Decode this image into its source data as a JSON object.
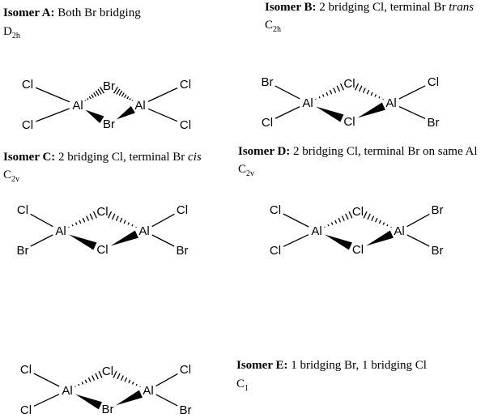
{
  "isomers": [
    {
      "label": "Isomer A:",
      "desc": "Both Br bridging",
      "desc_italic": "",
      "pg_main": "D",
      "pg_sub": "2h",
      "atoms": {
        "al1": "Al",
        "al2": "Al",
        "bridge_top": "Br",
        "bridge_bottom": "Br",
        "t_left_top": "Cl",
        "t_left_bottom": "Cl",
        "t_right_top": "Cl",
        "t_right_bottom": "Cl"
      }
    },
    {
      "label": "Isomer B:",
      "desc": "2 bridging Cl, terminal Br ",
      "desc_italic": "trans",
      "pg_main": "C",
      "pg_sub": "2h",
      "atoms": {
        "al1": "Al",
        "al2": "Al",
        "bridge_top": "Cl",
        "bridge_bottom": "Cl",
        "t_left_top": "Br",
        "t_left_bottom": "Cl",
        "t_right_top": "Cl",
        "t_right_bottom": "Br"
      }
    },
    {
      "label": "Isomer C:",
      "desc": "2 bridging Cl, terminal Br ",
      "desc_italic": "cis",
      "pg_main": "C",
      "pg_sub": "2v",
      "atoms": {
        "al1": "Al",
        "al2": "Al",
        "bridge_top": "Cl",
        "bridge_bottom": "Cl",
        "t_left_top": "Cl",
        "t_left_bottom": "Br",
        "t_right_top": "Cl",
        "t_right_bottom": "Br"
      }
    },
    {
      "label": "Isomer D:",
      "desc": "2 bridging Cl, terminal Br on same Al",
      "desc_italic": "",
      "pg_main": "C",
      "pg_sub": "2v",
      "atoms": {
        "al1": "Al",
        "al2": "Al",
        "bridge_top": "Cl",
        "bridge_bottom": "Cl",
        "t_left_top": "Cl",
        "t_left_bottom": "Cl",
        "t_right_top": "Br",
        "t_right_bottom": "Br"
      }
    },
    {
      "label": "Isomer E:",
      "desc": "1 bridging Br, 1 bridging Cl",
      "desc_italic": "",
      "pg_main": "C",
      "pg_sub": "1",
      "atoms": {
        "al1": "Al",
        "al2": "Al",
        "bridge_top": "Cl",
        "bridge_bottom": "Br",
        "t_left_top": "Cl",
        "t_left_bottom": "Cl",
        "t_right_top": "Cl",
        "t_right_bottom": "Br"
      }
    }
  ]
}
